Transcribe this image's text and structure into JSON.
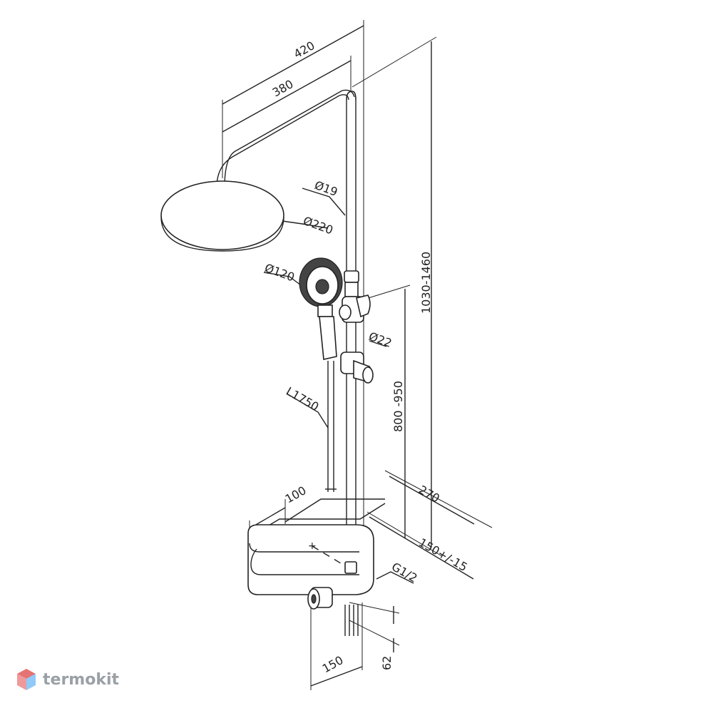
{
  "diagram": {
    "dimensions": {
      "d420": "420",
      "d380": "380",
      "d19": "Ø19",
      "d220": "Ø220",
      "d120": "Ø120",
      "d22": "Ø22",
      "d1030": "1030-1460",
      "d800": "800 -950",
      "l1750": "L1750",
      "d100": "100",
      "d270": "270",
      "d150tol": "150+/-15",
      "g12": "G1/2",
      "d150": "150",
      "d62": "62"
    }
  },
  "watermark": {
    "text": "termokit",
    "colors": {
      "top": "#e57373",
      "left": "#ef9a9a",
      "right": "#90caf9"
    }
  }
}
